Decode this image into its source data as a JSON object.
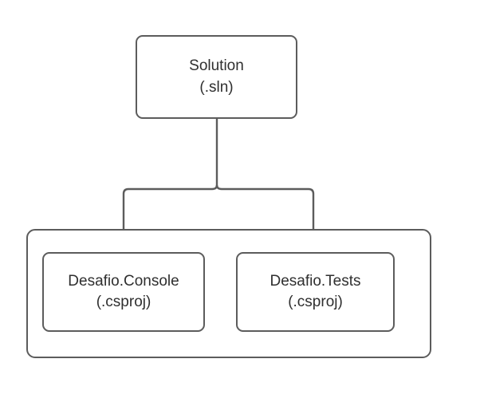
{
  "diagram": {
    "type": "dotnet-solution-structure",
    "title": "",
    "background_color": "#ffffff",
    "stroke_color": "#5c5c5c",
    "text_color": "#2f2f2f",
    "nodes": [
      {
        "id": "solution",
        "name": "Solution",
        "extension": "(.sln)"
      },
      {
        "id": "console",
        "name": "Desafio.Console",
        "extension": "(.csproj)"
      },
      {
        "id": "tests",
        "name": "Desafio.Tests",
        "extension": "(.csproj)"
      }
    ],
    "group": {
      "id": "projects-group",
      "label": ""
    },
    "edges": [
      {
        "id": "solution-to-console",
        "from": "solution",
        "to": "console",
        "style": "orthogonal-fork",
        "arrowhead": "end"
      },
      {
        "id": "solution-to-tests",
        "from": "solution",
        "to": "tests",
        "style": "orthogonal-fork",
        "arrowhead": "end"
      },
      {
        "id": "tests-to-console",
        "from": "tests",
        "to": "console",
        "style": "straight",
        "arrowhead": "end"
      }
    ]
  }
}
